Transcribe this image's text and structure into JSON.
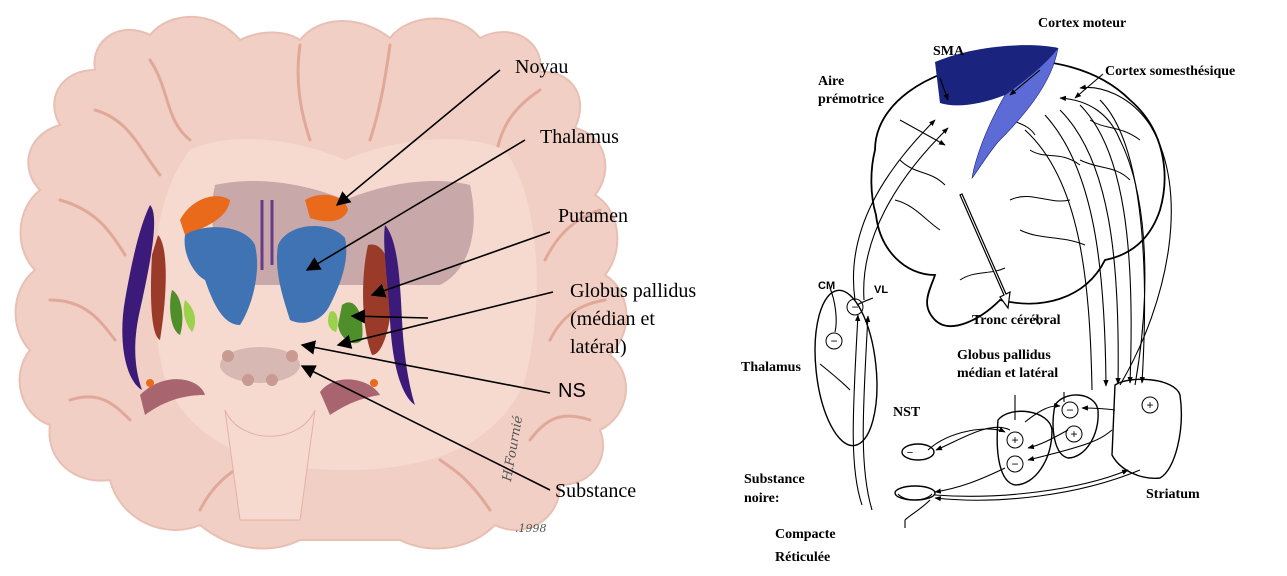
{
  "left": {
    "labels": {
      "noyau": "Noyau",
      "thalamus": "Thalamus",
      "putamen": "Putamen",
      "globus_line1": "Globus pallidus",
      "globus_line2": "(médian et",
      "globus_line3": "latéral)",
      "ns": "NS",
      "substance": "Substance"
    },
    "signature": "H.Fournié",
    "signature_year": ".1998",
    "colors": {
      "tissue": "#f2cfc4",
      "tissue_dark": "#e3b1a3",
      "caudate": "#ea6a1c",
      "thalamus": "#3f73b4",
      "putamen": "#9a3b2a",
      "pallidus": "#4e8f2a",
      "pallidus_light": "#9bd14c",
      "insula": "#3b1a7a"
    }
  },
  "right": {
    "labels": {
      "sma": "SMA",
      "cortex_moteur": "Cortex moteur",
      "cortex_somesthesique": "Cortex somesthésique",
      "aire_line1": "Aire",
      "aire_line2": "prémotrice",
      "tronc": "Tronc cérébral",
      "cm": "CM",
      "vl": "VL",
      "thalamus": "Thalamus",
      "globus_line1": "Globus pallidus",
      "globus_line2": "médian et latéral",
      "nst": "NST",
      "substance_line1": "Substance",
      "substance_line2": "noire:",
      "compacte": "Compacte",
      "reticulee": "Réticulée",
      "striatum": "Striatum"
    },
    "colors": {
      "motor_cortex": "#1a237e",
      "somato_cortex": "#5c6bd6"
    }
  }
}
